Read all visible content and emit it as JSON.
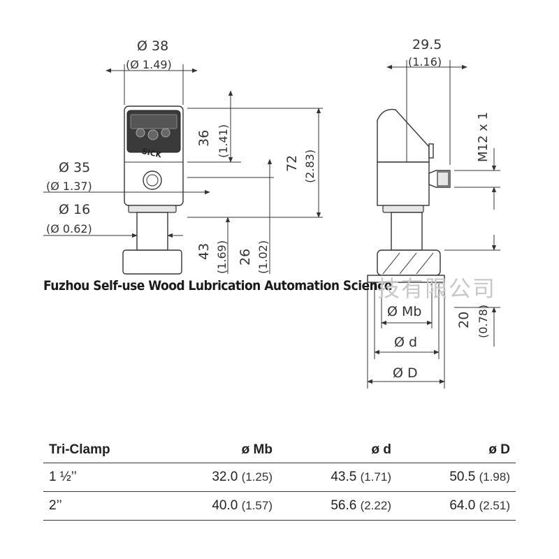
{
  "dimensions": {
    "dia38": "Ø 38",
    "dia38_in": "(Ø 1.49)",
    "dia35": "Ø 35",
    "dia35_in": "(Ø 1.37)",
    "dia16": "Ø 16",
    "dia16_in": "(Ø 0.62)",
    "h36": "36",
    "h36_in": "(1.41)",
    "h72": "72",
    "h72_in": "(2.83)",
    "h43": "43",
    "h43_in": "(1.69)",
    "h26": "26",
    "h26_in": "(1.02)",
    "w29_5": "29.5",
    "w29_5_in": "(1.16)",
    "m12": "M12 x 1",
    "h20": "20",
    "h20_in": "(0.78)",
    "diaMb": "Ø Mb",
    "diad": "Ø d",
    "diaD": "Ø D",
    "brand": "SICK"
  },
  "watermark": {
    "text": "Fuzhou Self-use Wood Lubrication Automation Science",
    "cn": "技有限公司"
  },
  "table": {
    "headers": [
      "Tri-Clamp",
      "ø Mb",
      "ø d",
      "ø D"
    ],
    "rows": [
      {
        "size": "1 ½’’",
        "mb": "32.0",
        "mb_in": "(1.25)",
        "d": "43.5",
        "d_in": "(1.71)",
        "D": "50.5",
        "D_in": "(1.98)"
      },
      {
        "size": "2’’",
        "mb": "40.0",
        "mb_in": "(1.57)",
        "d": "56.6",
        "d_in": "(2.22)",
        "D": "64.0",
        "D_in": "(2.51)"
      }
    ]
  }
}
